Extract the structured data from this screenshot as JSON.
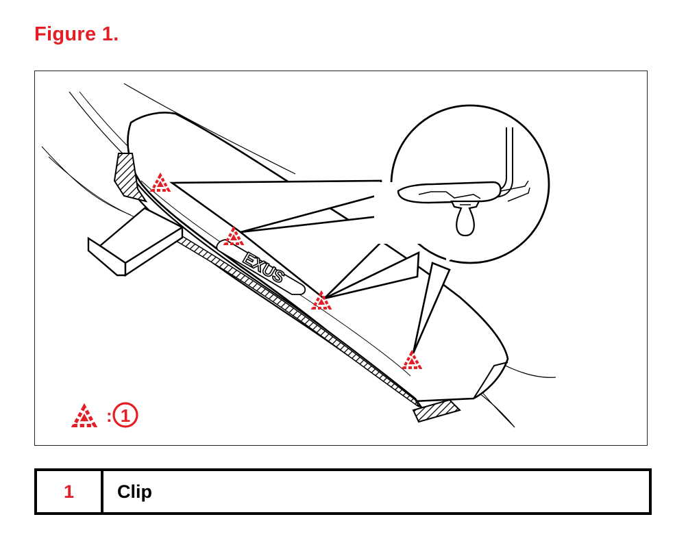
{
  "figure": {
    "title": "Figure 1.",
    "accent_color": "#e31e24",
    "marker_icon": "dashed-triangle-clip-marker",
    "marker_count": 4,
    "badge_text": "EXUS",
    "legend_key": {
      "separator": ":",
      "number": "1"
    }
  },
  "legend_table": {
    "rows": [
      {
        "number": "1",
        "label": "Clip"
      }
    ]
  }
}
